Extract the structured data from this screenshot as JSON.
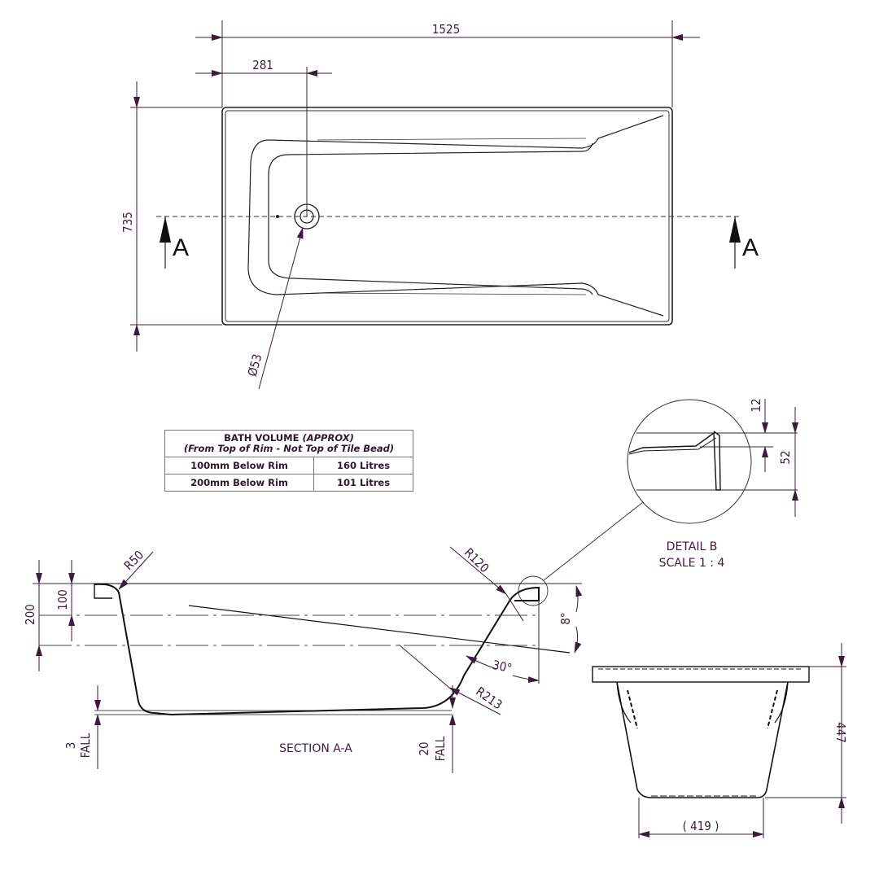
{
  "plan_view": {
    "overall_length": "1525",
    "waste_offset": "281",
    "overall_width": "735",
    "waste_diameter": "Ø53",
    "section_marker_left": "A",
    "section_marker_right": "A"
  },
  "volume_table": {
    "title": "BATH VOLUME",
    "title_note": "(APPROX)",
    "subtitle": "(From Top of Rim - Not Top of Tile Bead)",
    "rows": [
      {
        "level": "100mm Below Rim",
        "volume": "160 Litres"
      },
      {
        "level": "200mm Below Rim",
        "volume": "101 Litres"
      }
    ]
  },
  "section_aa": {
    "title": "SECTION A-A",
    "dim_200": "200",
    "dim_100": "100",
    "radius_left": "R50",
    "radius_right_top": "R120",
    "radius_right_bottom": "R213",
    "angle_backrest": "30°",
    "angle_slope": "8°",
    "fall_left_value": "3",
    "fall_left_label": "FALL",
    "fall_right_value": "20",
    "fall_right_label": "FALL"
  },
  "detail_b": {
    "title": "DETAIL B",
    "scale": "SCALE 1 : 4",
    "dim_12": "12",
    "dim_52": "52"
  },
  "end_view": {
    "depth": "447",
    "base_width": "( 419 )"
  },
  "colors": {
    "line": "#111111",
    "dimension": "#3a1d3a"
  }
}
